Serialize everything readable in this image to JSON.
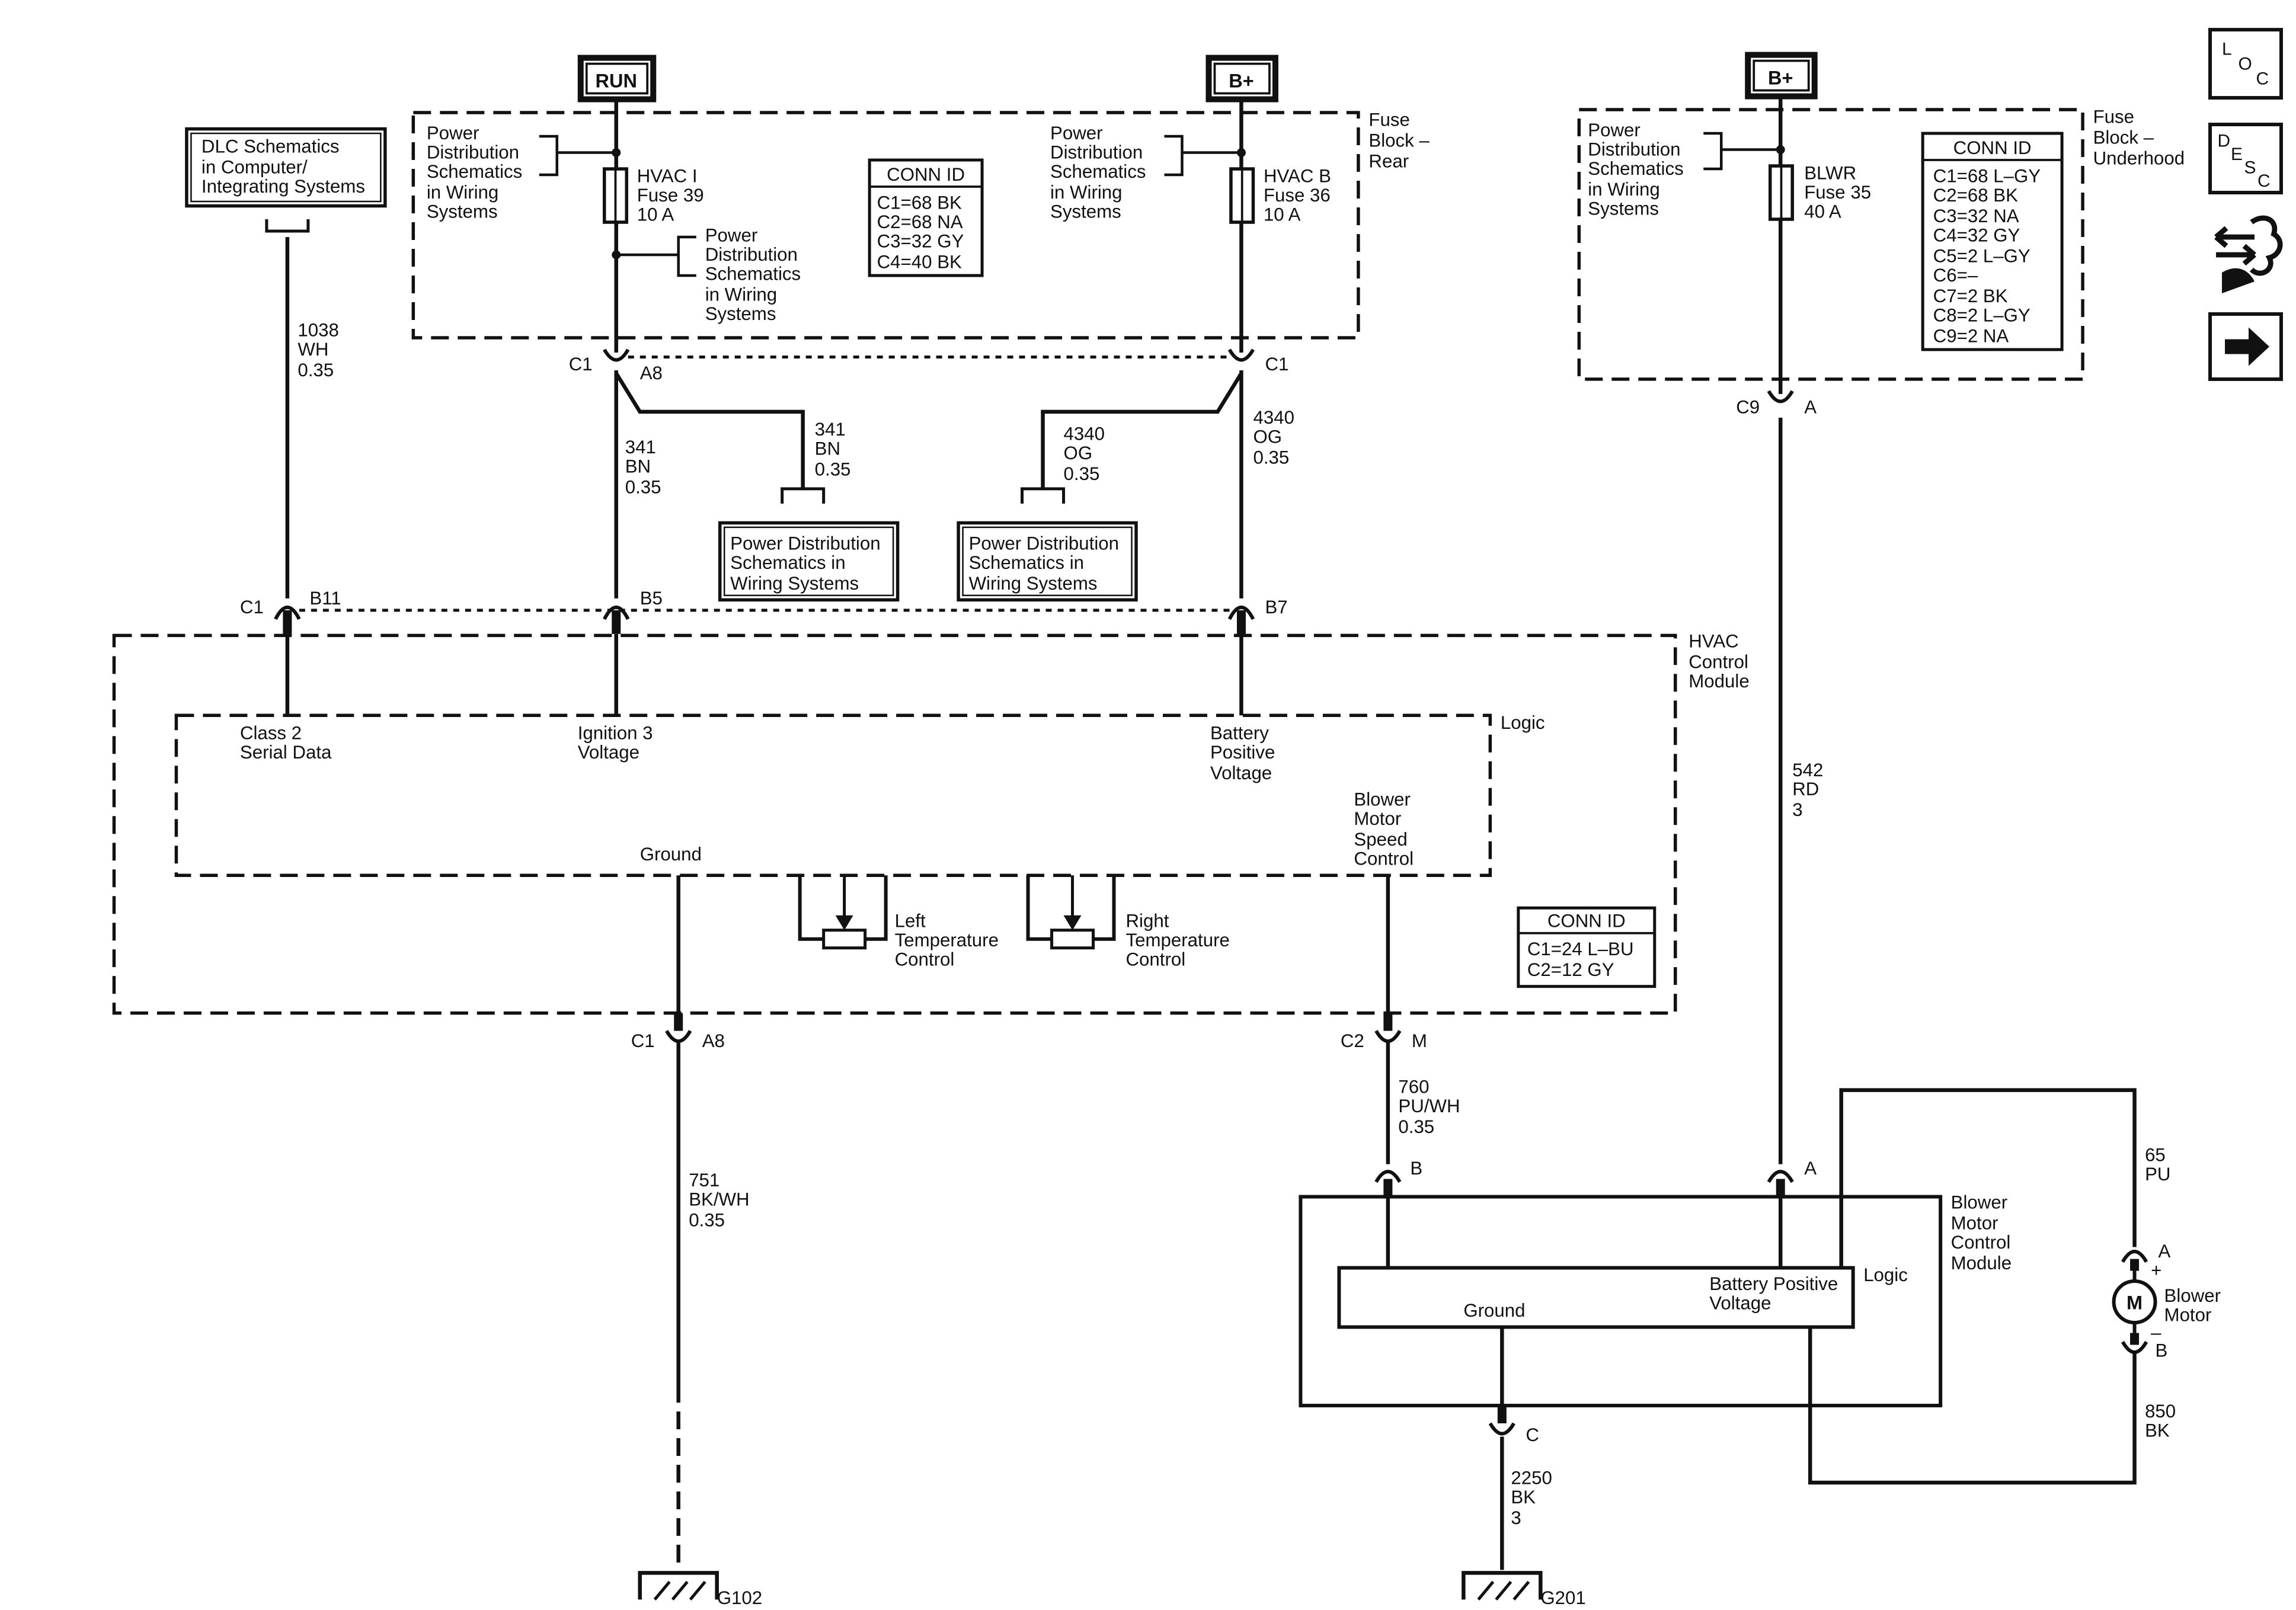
{
  "power_labels": {
    "run": "RUN",
    "bplus_rear": "B+",
    "bplus_underhood": "B+"
  },
  "fuse_block_rear": {
    "title": [
      "Fuse",
      "Block –",
      "Rear"
    ],
    "pd_ref_1": [
      "Power",
      "Distribution",
      "Schematics",
      "in Wiring",
      "Systems"
    ],
    "pd_ref_2": [
      "Power",
      "Distribution",
      "Schematics",
      "in Wiring",
      "Systems"
    ],
    "pd_ref_3": [
      "Power",
      "Distribution",
      "Schematics",
      "in Wiring",
      "Systems"
    ],
    "fuse_hvac_i": [
      "HVAC I",
      "Fuse 39",
      "10 A"
    ],
    "fuse_hvac_b": [
      "HVAC B",
      "Fuse 36",
      "10 A"
    ],
    "conn_id_title": "CONN ID",
    "conn_id": [
      "C1=68 BK",
      "C2=68 NA",
      "C3=32 GY",
      "C4=40 BK"
    ]
  },
  "fuse_block_underhood": {
    "title": [
      "Fuse",
      "Block –",
      "Underhood"
    ],
    "pd_ref": [
      "Power",
      "Distribution",
      "Schematics",
      "in Wiring",
      "Systems"
    ],
    "fuse_blwr": [
      "BLWR",
      "Fuse 35",
      "40 A"
    ],
    "conn_id_title": "CONN ID",
    "conn_id": [
      "C1=68 L–GY",
      "C2=68 BK",
      "C3=32 NA",
      "C4=32 GY",
      "C5=2 L–GY",
      "C6=–",
      "C7=2 BK",
      "C8=2 L–GY",
      "C9=2 NA"
    ]
  },
  "dlc_box": [
    "DLC Schematics",
    "in Computer/",
    "Integrating Systems"
  ],
  "pd_box_left": [
    "Power Distribution",
    "Schematics in",
    "Wiring Systems"
  ],
  "pd_box_right": [
    "Power Distribution",
    "Schematics in",
    "Wiring Systems"
  ],
  "wires": {
    "w1038": [
      "1038",
      "WH",
      "0.35"
    ],
    "w341a": [
      "341",
      "BN",
      "0.35"
    ],
    "w341b": [
      "341",
      "BN",
      "0.35"
    ],
    "w4340a": [
      "4340",
      "OG",
      "0.35"
    ],
    "w4340b": [
      "4340",
      "OG",
      "0.35"
    ],
    "w542": [
      "542",
      "RD",
      "3"
    ],
    "w751": [
      "751",
      "BK/WH",
      "0.35"
    ],
    "w760": [
      "760",
      "PU/WH",
      "0.35"
    ],
    "w65": [
      "65",
      "PU"
    ],
    "w850": [
      "850",
      "BK"
    ],
    "w2250": [
      "2250",
      "BK",
      "3"
    ]
  },
  "connectors": {
    "c1_rear": "C1",
    "a8_rear": "A8",
    "c1_rear_r": "C1",
    "c9": "C9",
    "c9_pin": "A",
    "hvac_c1": "C1",
    "b11": "B11",
    "b5": "B5",
    "b7": "B7",
    "c1_gnd": "C1",
    "a8_gnd": "A8",
    "c2": "C2",
    "m": "M",
    "bmcm_b": "B",
    "bmcm_a": "A",
    "bmcm_c": "C",
    "motor_a": "A",
    "motor_b": "B",
    "plus": "+",
    "minus": "–"
  },
  "hvac_module": {
    "title": [
      "HVAC",
      "Control",
      "Module"
    ],
    "logic": "Logic",
    "class2": [
      "Class 2",
      "Serial Data"
    ],
    "ign3": [
      "Ignition 3",
      "Voltage"
    ],
    "batt": [
      "Battery",
      "Positive",
      "Voltage"
    ],
    "blower_ctrl": [
      "Blower",
      "Motor",
      "Speed",
      "Control"
    ],
    "ground": "Ground",
    "left_temp": [
      "Left",
      "Temperature",
      "Control"
    ],
    "right_temp": [
      "Right",
      "Temperature",
      "Control"
    ],
    "conn_id_title": "CONN ID",
    "conn_id": [
      "C1=24 L–BU",
      "C2=12 GY"
    ]
  },
  "blower_module": {
    "title": [
      "Blower",
      "Motor",
      "Control",
      "Module"
    ],
    "logic": "Logic",
    "batt": [
      "Battery Positive",
      "Voltage"
    ],
    "ground": "Ground"
  },
  "blower_motor": {
    "symbol": "M",
    "label": [
      "Blower",
      "Motor"
    ]
  },
  "grounds": {
    "g102": "G102",
    "g201": "G201"
  },
  "side_icons": {
    "loc": [
      "L",
      "O",
      "C"
    ],
    "desc": [
      "D",
      "E",
      "S",
      "C"
    ],
    "connector_icon": "connector-icon",
    "arrow_icon": "next-arrow-icon"
  }
}
